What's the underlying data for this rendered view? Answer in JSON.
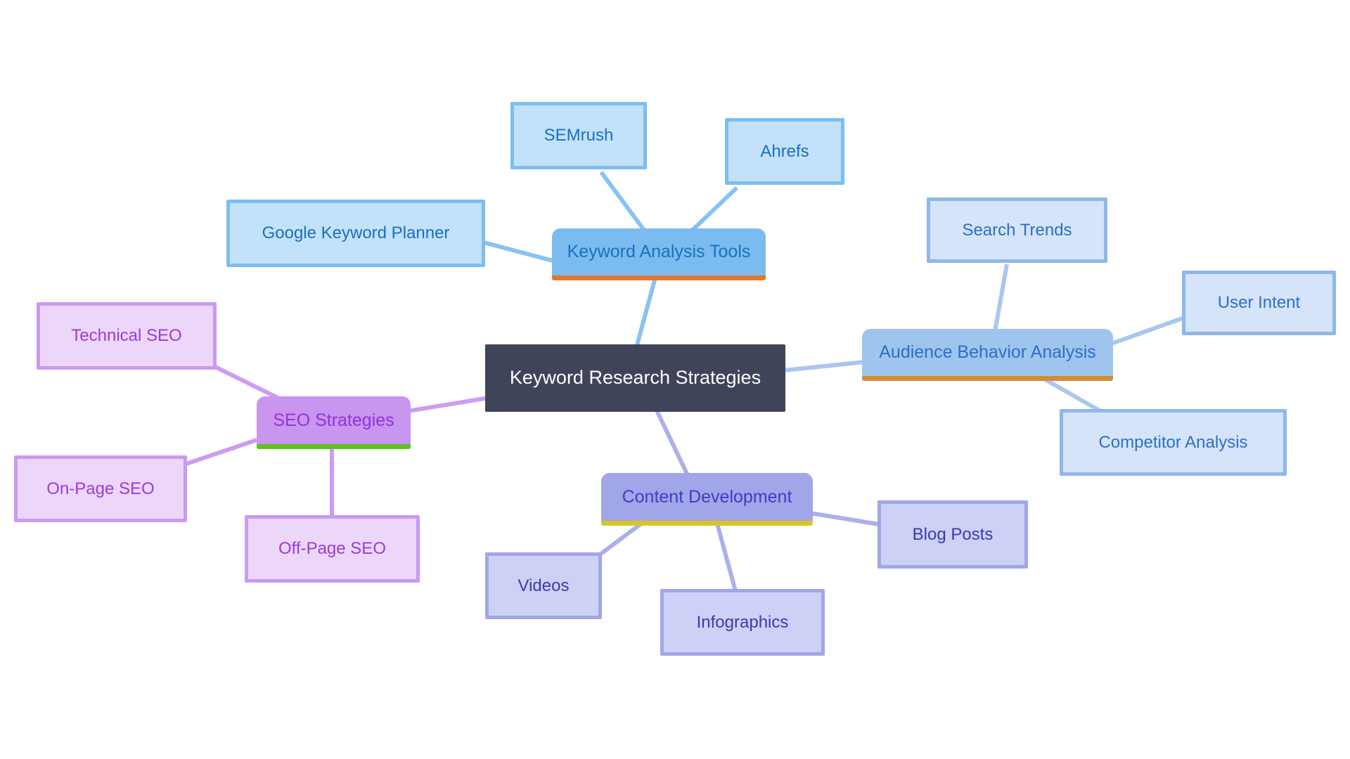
{
  "diagram": {
    "type": "mindmap",
    "title": "Keyword Research Strategies"
  },
  "palette": {
    "root_bg": "#3f4458",
    "root_text": "#ffffff",
    "blue_branch_fill": "#7bbcf0",
    "blue_branch_text": "#176fc1",
    "blue_branch_underline": "#e2772b",
    "blue_leaf_fill": "#c3e2f9",
    "blue_leaf_border": "#7cbef2",
    "aba_branch_fill": "#9fc4ee",
    "aba_branch_text": "#2b6fc8",
    "aba_branch_underline": "#d28c35",
    "aba_leaf_fill": "#d5e4f8",
    "aba_leaf_border": "#90b7ea",
    "purple_branch_fill": "#c895ef",
    "purple_branch_text": "#9232d8",
    "purple_branch_underline": "#5cc31e",
    "purple_leaf_fill": "#ecd7fa",
    "purple_leaf_border": "#ca9af0",
    "periwinkle_branch_fill": "#a1a6e8",
    "periwinkle_branch_text": "#4438c9",
    "periwinkle_branch_underline": "#d5c627",
    "periwinkle_leaf_fill": "#cdd1f5",
    "periwinkle_leaf_border": "#a1a6e8"
  },
  "nodes": {
    "center": {
      "label": "Keyword Research Strategies",
      "role": "root"
    },
    "keyword_analysis_tools": {
      "label": "Keyword Analysis Tools",
      "role": "branch"
    },
    "semrush": {
      "label": "SEMrush",
      "role": "leaf"
    },
    "ahrefs": {
      "label": "Ahrefs",
      "role": "leaf"
    },
    "google_keyword_planner": {
      "label": "Google Keyword Planner",
      "role": "leaf"
    },
    "audience_behavior_analysis": {
      "label": "Audience Behavior Analysis",
      "role": "branch"
    },
    "search_trends": {
      "label": "Search Trends",
      "role": "leaf"
    },
    "user_intent": {
      "label": "User Intent",
      "role": "leaf"
    },
    "competitor_analysis": {
      "label": "Competitor Analysis",
      "role": "leaf"
    },
    "seo_strategies": {
      "label": "SEO Strategies",
      "role": "branch"
    },
    "technical_seo": {
      "label": "Technical SEO",
      "role": "leaf"
    },
    "on_page_seo": {
      "label": "On-Page SEO",
      "role": "leaf"
    },
    "off_page_seo": {
      "label": "Off-Page SEO",
      "role": "leaf"
    },
    "content_development": {
      "label": "Content Development",
      "role": "branch"
    },
    "blog_posts": {
      "label": "Blog Posts",
      "role": "leaf"
    },
    "videos": {
      "label": "Videos",
      "role": "leaf"
    },
    "infographics": {
      "label": "Infographics",
      "role": "leaf"
    }
  },
  "edges": [
    {
      "from": "center",
      "to": "keyword_analysis_tools"
    },
    {
      "from": "keyword_analysis_tools",
      "to": "semrush"
    },
    {
      "from": "keyword_analysis_tools",
      "to": "ahrefs"
    },
    {
      "from": "keyword_analysis_tools",
      "to": "google_keyword_planner"
    },
    {
      "from": "center",
      "to": "audience_behavior_analysis"
    },
    {
      "from": "audience_behavior_analysis",
      "to": "search_trends"
    },
    {
      "from": "audience_behavior_analysis",
      "to": "user_intent"
    },
    {
      "from": "audience_behavior_analysis",
      "to": "competitor_analysis"
    },
    {
      "from": "center",
      "to": "seo_strategies"
    },
    {
      "from": "seo_strategies",
      "to": "technical_seo"
    },
    {
      "from": "seo_strategies",
      "to": "on_page_seo"
    },
    {
      "from": "seo_strategies",
      "to": "off_page_seo"
    },
    {
      "from": "center",
      "to": "content_development"
    },
    {
      "from": "content_development",
      "to": "blog_posts"
    },
    {
      "from": "content_development",
      "to": "videos"
    },
    {
      "from": "content_development",
      "to": "infographics"
    }
  ]
}
